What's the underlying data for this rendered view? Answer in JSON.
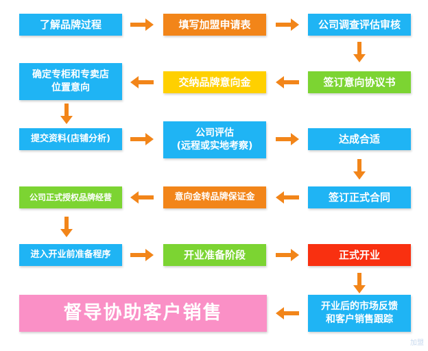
{
  "colors": {
    "blue": "#1fb4f4",
    "orange": "#f28519",
    "yellow": "#ffd000",
    "green": "#7cd432",
    "red": "#f93010",
    "pink": "#fa90c6",
    "arrow": "#f28519"
  },
  "steps": {
    "s1": "了解品牌过程",
    "s2": "填写加盟申请表",
    "s3": "公司调查评估审核",
    "s4": "签订意向协议书",
    "s5": "交纳品牌意向金",
    "s6a": "确定专柜和专卖店",
    "s6b": "位置意向",
    "s7": "提交资料(店铺分析)",
    "s8a": "公司评估",
    "s8b": "(远程或实地考察)",
    "s9": "达成合适",
    "s10": "签订正式合同",
    "s11": "意向金转品牌保证金",
    "s12": "公司正式授权品牌经营",
    "s13": "进入开业前准备程序",
    "s14": "开业准备阶段",
    "s15": "正式开业",
    "s16a": "开业后的市场反馈",
    "s16b": "和客户销售跟踪",
    "s17": "督导协助客户销售"
  },
  "watermark": "加盟"
}
